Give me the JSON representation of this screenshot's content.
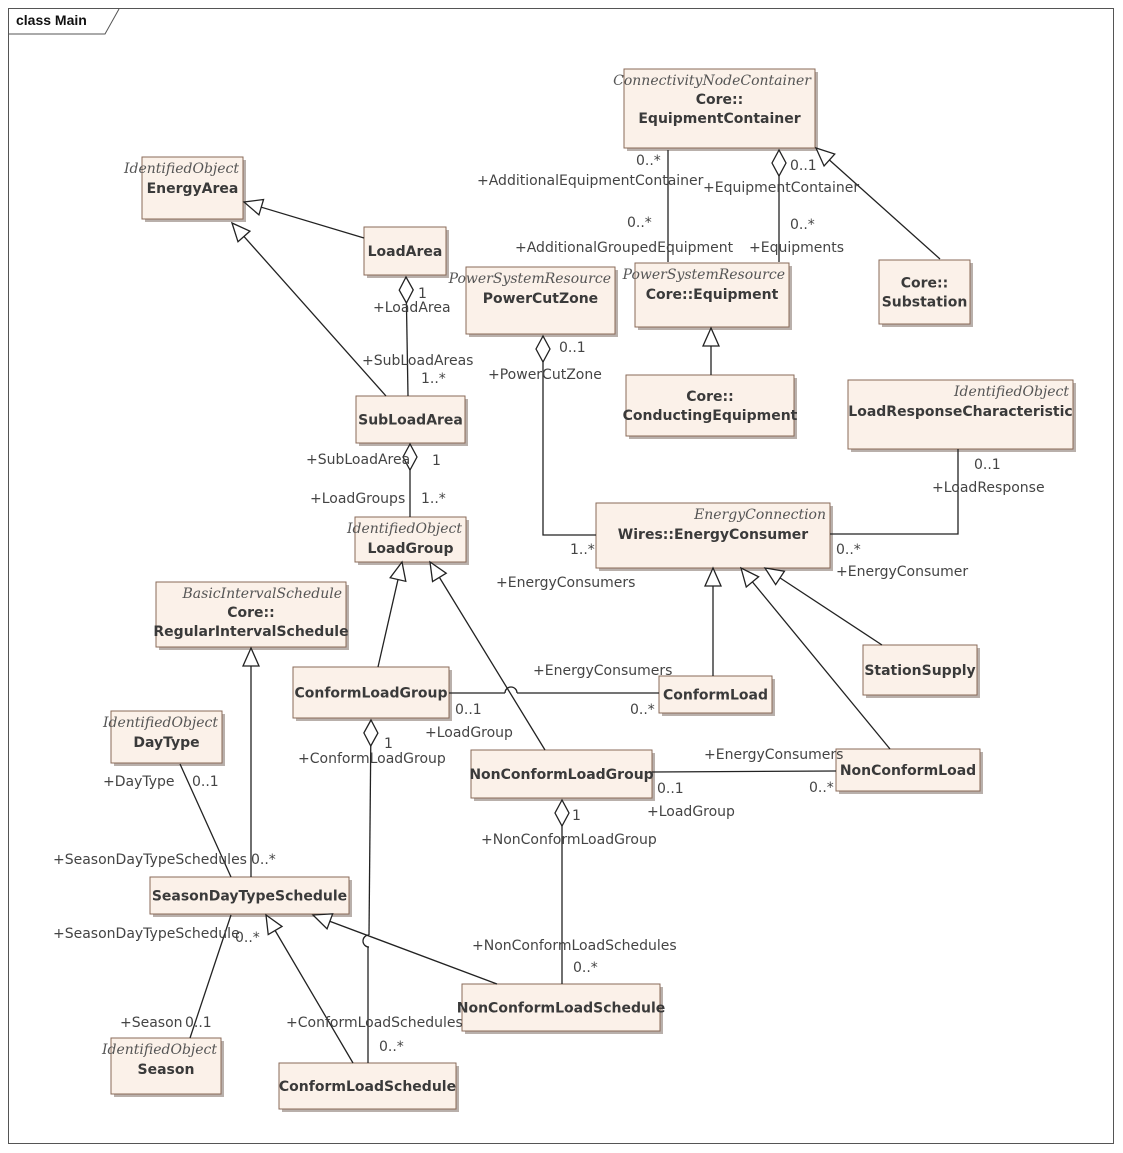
{
  "frame_title": "class Main",
  "classes": [
    {
      "id": "equipment-container",
      "stereo": "ConnectivityNodeContainer",
      "lines": [
        "Core::",
        "EquipmentContainer"
      ]
    },
    {
      "id": "energy-area",
      "stereo": "IdentifiedObject",
      "lines": [
        "EnergyArea"
      ]
    },
    {
      "id": "load-area",
      "stereo": "",
      "lines": [
        "LoadArea"
      ]
    },
    {
      "id": "power-cut-zone",
      "stereo": "PowerSystemResource",
      "lines": [
        "PowerCutZone"
      ]
    },
    {
      "id": "equipment",
      "stereo": "PowerSystemResource",
      "lines": [
        "Core::Equipment"
      ]
    },
    {
      "id": "substation",
      "stereo": "",
      "lines": [
        "Core::",
        "Substation"
      ]
    },
    {
      "id": "conducting-equipment",
      "stereo": "",
      "lines": [
        "Core::",
        "ConductingEquipment"
      ]
    },
    {
      "id": "load-response-characteristic",
      "stereo": "IdentifiedObject",
      "lines": [
        "LoadResponseCharacteristic"
      ]
    },
    {
      "id": "sub-load-area",
      "stereo": "",
      "lines": [
        "SubLoadArea"
      ]
    },
    {
      "id": "load-group",
      "stereo": "IdentifiedObject",
      "lines": [
        "LoadGroup"
      ]
    },
    {
      "id": "energy-consumer",
      "stereo": "EnergyConnection",
      "lines": [
        "Wires::EnergyConsumer"
      ]
    },
    {
      "id": "regular-interval-schedule",
      "stereo": "BasicIntervalSchedule",
      "lines": [
        "Core::",
        "RegularIntervalSchedule"
      ]
    },
    {
      "id": "conform-load-group",
      "stereo": "",
      "lines": [
        "ConformLoadGroup"
      ]
    },
    {
      "id": "conform-load",
      "stereo": "",
      "lines": [
        "ConformLoad"
      ]
    },
    {
      "id": "station-supply",
      "stereo": "",
      "lines": [
        "StationSupply"
      ]
    },
    {
      "id": "day-type",
      "stereo": "IdentifiedObject",
      "lines": [
        "DayType"
      ]
    },
    {
      "id": "non-conform-load-group",
      "stereo": "",
      "lines": [
        "NonConformLoadGroup"
      ]
    },
    {
      "id": "non-conform-load",
      "stereo": "",
      "lines": [
        "NonConformLoad"
      ]
    },
    {
      "id": "season-day-type-schedule",
      "stereo": "",
      "lines": [
        "SeasonDayTypeSchedule"
      ]
    },
    {
      "id": "non-conform-load-schedule",
      "stereo": "",
      "lines": [
        "NonConformLoadSchedule"
      ]
    },
    {
      "id": "season",
      "stereo": "IdentifiedObject",
      "lines": [
        "Season"
      ]
    },
    {
      "id": "conform-load-schedule",
      "stereo": "",
      "lines": [
        "ConformLoadSchedule"
      ]
    }
  ],
  "labels": [
    "0..*",
    "+AdditionalEquipmentContainer",
    "0..1",
    "+EquipmentContainer",
    "0..*",
    "+AdditionalGroupedEquipment",
    "0..*",
    "+Equipments",
    "1",
    "+LoadArea",
    "+SubLoadAreas",
    "1..*",
    "0..1",
    "+PowerCutZone",
    "0..1",
    "+LoadResponse",
    "+SubLoadArea",
    "1",
    "+LoadGroups",
    "1..*",
    "1..*",
    "+EnergyConsumers",
    "0..*",
    "+EnergyConsumer",
    "+EnergyConsumers",
    "0..1",
    "0..*",
    "+LoadGroup",
    "1",
    "+ConformLoadGroup",
    "+EnergyConsumers",
    "0..1",
    "0..*",
    "+LoadGroup",
    "1",
    "+NonConformLoadGroup",
    "+DayType",
    "0..1",
    "+SeasonDayTypeSchedules",
    "0..*",
    "+SeasonDayTypeSchedule",
    "0..*",
    "+NonConformLoadSchedules",
    "0..*",
    "+Season",
    "0..1",
    "+ConformLoadSchedules",
    "0..*"
  ]
}
